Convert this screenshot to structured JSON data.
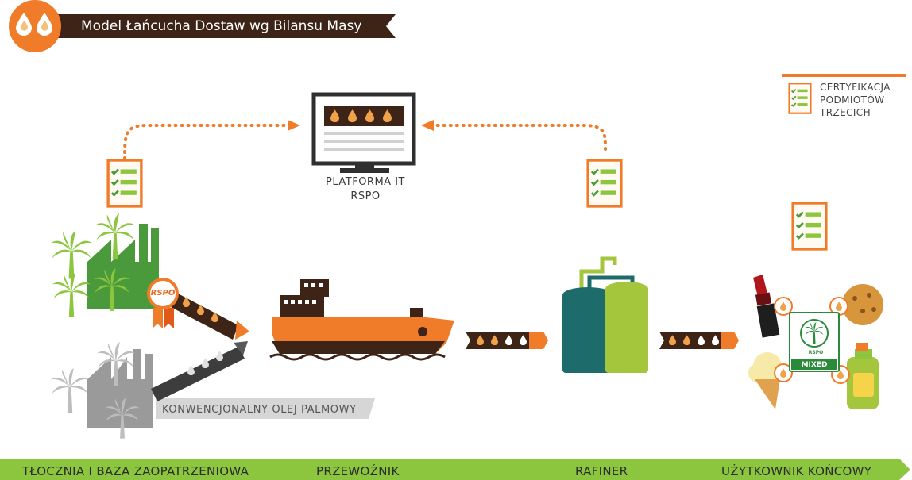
{
  "header": {
    "title": "Model Łańcucha Dostaw wg Bilansu Masy"
  },
  "platform": {
    "line1": "PLATFORMA IT",
    "line2": "RSPO"
  },
  "legend": {
    "line1": "CERTYFIKACJA",
    "line2": "PODMIOTÓW",
    "line3": "TRZECICH"
  },
  "conventional_label": "KONWENCJONALNY OLEJ PALMOWY",
  "seal": {
    "label": "RSPO"
  },
  "trademark": {
    "mixed": "MIXED",
    "rspo": "RSPO"
  },
  "stages": [
    {
      "label": "TŁOCZNIA I BAZA ZAOPATRZENIOWA"
    },
    {
      "label": "PRZEWOŹNIK"
    },
    {
      "label": "RAFINER"
    },
    {
      "label": "UŻYTKOWNIK KOŃCOWY"
    }
  ],
  "colors": {
    "orange": "#f07c2a",
    "dark_brown": "#3d2417",
    "green_palm": "#8cc63f",
    "dark_green": "#4a9a3c",
    "grey": "#9a9a9a",
    "teal": "#1d6b6a",
    "lime": "#a4c63d",
    "stage_bar": "#8cc63f"
  }
}
